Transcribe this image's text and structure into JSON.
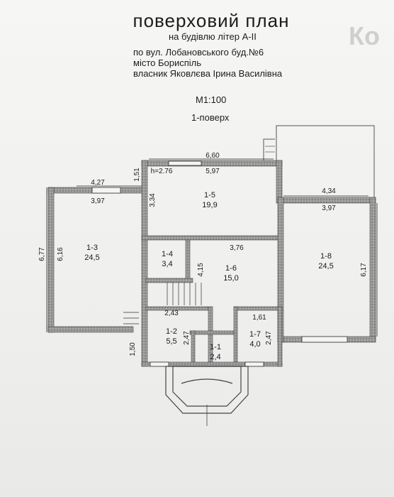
{
  "header": {
    "title": "поверховий план",
    "subtitle": "на будівлю літер А-ІІ",
    "address": "по вул. Лобановського буд.№6",
    "city": "місто  Бориспіль",
    "owner": "власник Яковлєва Ірина Василівна",
    "scale": "М1:100",
    "floor": "1-поверх",
    "stamp_text": "Ко"
  },
  "rooms": [
    {
      "id": "1-1",
      "area": "2,4"
    },
    {
      "id": "1-2",
      "area": "5,5"
    },
    {
      "id": "1-3",
      "area": "24,5"
    },
    {
      "id": "1-4",
      "area": "3,4"
    },
    {
      "id": "1-5",
      "area": "19,9"
    },
    {
      "id": "1-6",
      "area": "15,0"
    },
    {
      "id": "1-7",
      "area": "4,0"
    },
    {
      "id": "1-8",
      "area": "24,5"
    }
  ],
  "dimensions": {
    "top_outer": "6,60",
    "top_inner": "5,97",
    "ceiling_height": "h=2.76",
    "left_outer": "4,27",
    "left_inner": "3,97",
    "right_outer": "4,34",
    "right_inner": "3,97",
    "left_height_outer": "6,77",
    "left_height_inner": "6,16",
    "right_height": "6,17",
    "room5_height": "3,34",
    "offset_top": "1,51",
    "hall_width": "3,76",
    "hall_height": "4,15",
    "room2_width": "2,43",
    "room2_height": "2,47",
    "room7_width": "1,61",
    "room7_height": "2,47",
    "porch_offset": "1,50"
  }
}
